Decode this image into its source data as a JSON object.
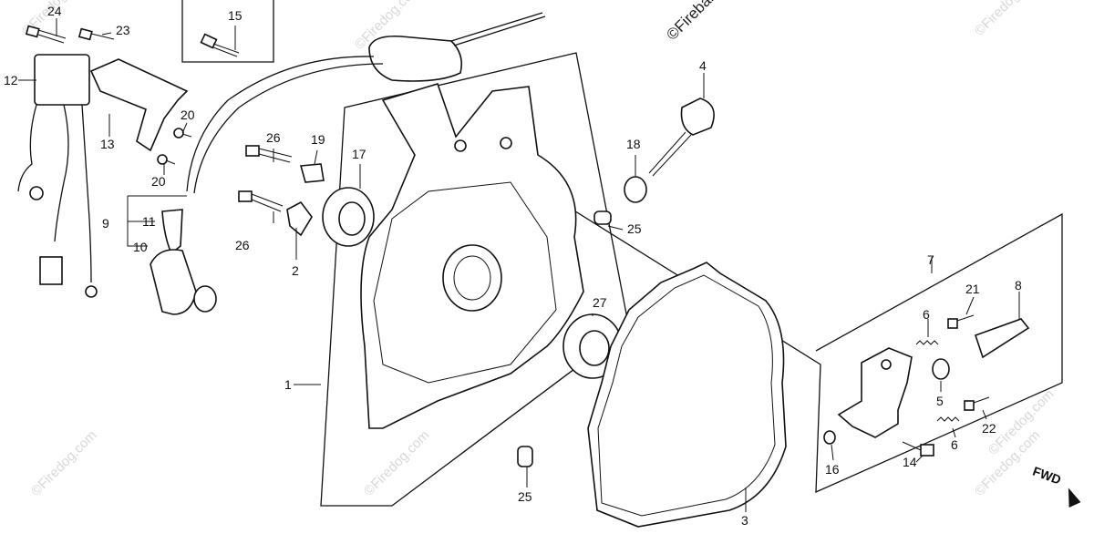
{
  "copyright": "©Fireball",
  "watermark": "©Firedog.com",
  "direction_label": "FWD",
  "callouts": [
    "1",
    "2",
    "3",
    "4",
    "5",
    "6",
    "6",
    "7",
    "8",
    "9",
    "10",
    "11",
    "12",
    "13",
    "14",
    "15",
    "16",
    "17",
    "18",
    "19",
    "20",
    "20",
    "21",
    "22",
    "23",
    "24",
    "25",
    "25",
    "26",
    "26",
    "27"
  ]
}
